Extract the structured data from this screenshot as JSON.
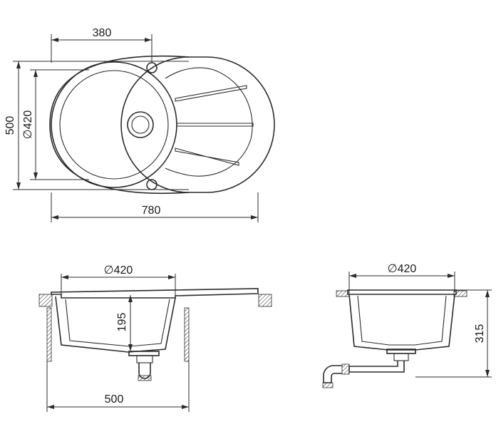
{
  "top_view": {
    "dim_hole_offset": "380",
    "dim_overall_depth": "500",
    "dim_bowl_diameter": "∅420",
    "dim_overall_width": "780"
  },
  "front_section": {
    "dim_bowl_diameter": "∅420",
    "dim_bowl_depth": "195",
    "dim_cabinet_width": "500"
  },
  "side_section": {
    "dim_bowl_diameter": "∅420",
    "dim_overall_height": "315"
  }
}
